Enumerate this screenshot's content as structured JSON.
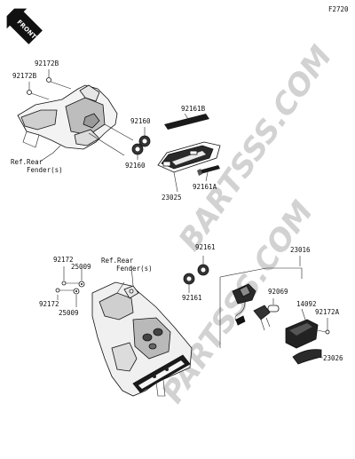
{
  "figure_id": "F2720",
  "front_label": "FRONT",
  "watermark": {
    "top": "BARTSSS.COM",
    "bottom": "PARTSSS.COM"
  },
  "labels": {
    "upper": {
      "p92172b_a": "92172B",
      "p92172b_b": "92172B",
      "p92160_a": "92160",
      "p92160_b": "92160",
      "p92161b": "92161B",
      "p92161a": "92161A",
      "p23025": "23025",
      "ref_rear": "Ref.Rear",
      "fender_s": "Fender(s)"
    },
    "lower": {
      "p92172_a": "92172",
      "p92172_b": "92172",
      "p25009_a": "25009",
      "p25009_b": "25009",
      "ref_rear": "Ref.Rear",
      "fender_s": "Fender(s)",
      "p92161_a": "92161",
      "p92161_b": "92161",
      "p23016": "23016",
      "p92069": "92069",
      "p14092": "14092",
      "p92172a": "92172A",
      "p23026": "23026"
    }
  }
}
